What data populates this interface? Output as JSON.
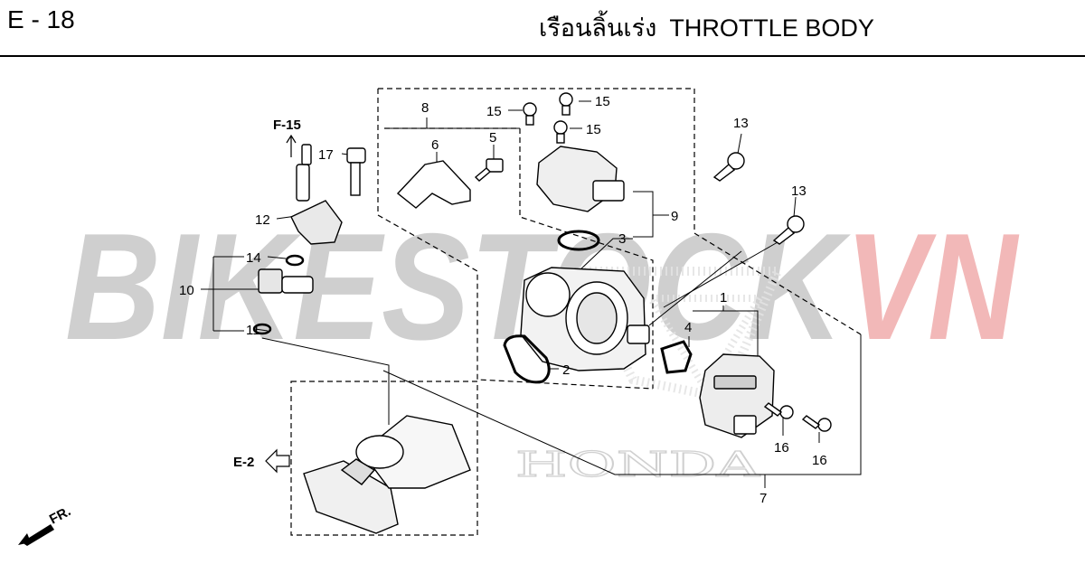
{
  "header": {
    "page_code": "E - 18",
    "title_thai": "เรือนลิ้นเร่ง",
    "title_en": "THROTTLE BODY"
  },
  "watermark": {
    "part1": "BIKESTOCK",
    "part2": "VN",
    "color_gray": "#cfcfcf",
    "color_red": "#f2b8b8"
  },
  "background_logo": "HONDA",
  "references": {
    "top": "F-15",
    "left": "E-2",
    "direction": "FR."
  },
  "callouts": [
    {
      "id": "c8",
      "label": "8"
    },
    {
      "id": "c6",
      "label": "6"
    },
    {
      "id": "c5",
      "label": "5"
    },
    {
      "id": "c15a",
      "label": "15"
    },
    {
      "id": "c15b",
      "label": "15"
    },
    {
      "id": "c15c",
      "label": "15"
    },
    {
      "id": "c13a",
      "label": "13"
    },
    {
      "id": "c13b",
      "label": "13"
    },
    {
      "id": "c17",
      "label": "17"
    },
    {
      "id": "c12",
      "label": "12"
    },
    {
      "id": "c9",
      "label": "9"
    },
    {
      "id": "c3",
      "label": "3"
    },
    {
      "id": "c14",
      "label": "14"
    },
    {
      "id": "c10",
      "label": "10"
    },
    {
      "id": "c11",
      "label": "11"
    },
    {
      "id": "c1",
      "label": "1"
    },
    {
      "id": "c4",
      "label": "4"
    },
    {
      "id": "c2",
      "label": "2"
    },
    {
      "id": "c16a",
      "label": "16"
    },
    {
      "id": "c16b",
      "label": "16"
    },
    {
      "id": "c7",
      "label": "7"
    }
  ],
  "colors": {
    "line": "#000000",
    "part_fill": "#ffffff",
    "part_shade": "#d9d9d9"
  }
}
